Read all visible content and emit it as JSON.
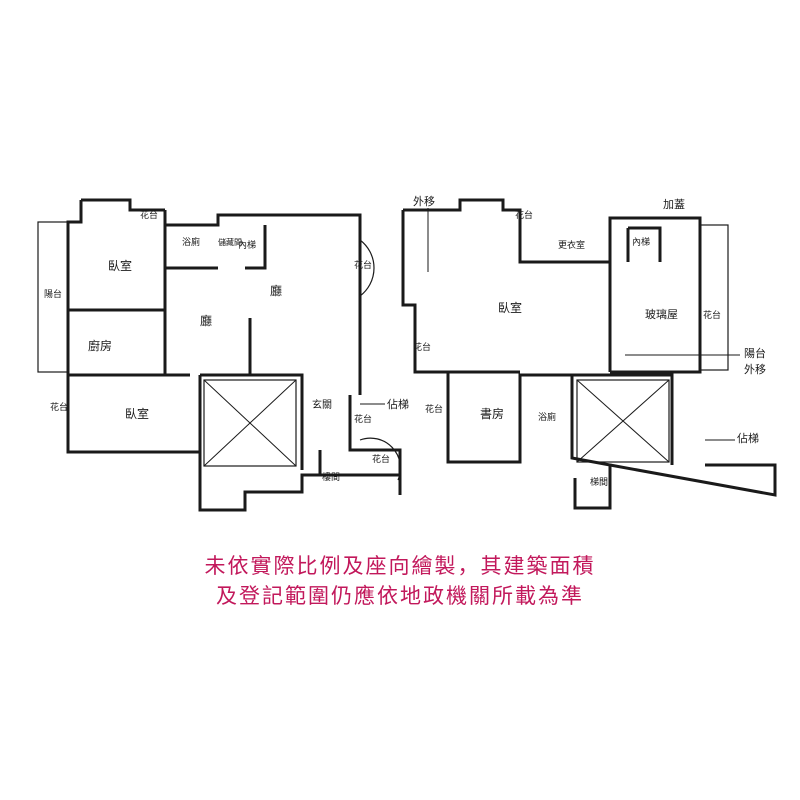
{
  "left_plan": {
    "bedroom_top": "臥室",
    "bedroom_bottom": "臥室",
    "bath": "浴廁",
    "storage": "儲藏間",
    "inner_stair": "內梯",
    "hall_main": "廳",
    "hall_dining": "廳",
    "kitchen": "廚房",
    "balcony": "陽台",
    "flower_top": "花台",
    "flower_left": "花台",
    "flower_right": "花台",
    "flower_right2": "花台",
    "flower_mid": "花台",
    "foyer": "玄關",
    "public_stair": "佔梯",
    "stairwell": "樓間"
  },
  "right_plan": {
    "moved_top": "外移",
    "addon": "加蓋",
    "flower_top": "花台",
    "closet": "更衣室",
    "inner_stair": "內梯",
    "bedroom": "臥室",
    "glass_room": "玻璃屋",
    "flower_left": "花台",
    "flower_right": "花台",
    "balcony_moved_1": "陽台",
    "balcony_moved_2": "外移",
    "study_flower": "花台",
    "study": "書房",
    "bath": "浴廁",
    "public_stair": "佔梯",
    "stair_label": "梯間"
  },
  "notice": {
    "line1": "未依實際比例及座向繪製，其建築面積",
    "line2": "及登記範圍仍應依地政機關所載為準"
  },
  "colors": {
    "wall": "#1a1a1a",
    "notice": "#c2185b"
  }
}
